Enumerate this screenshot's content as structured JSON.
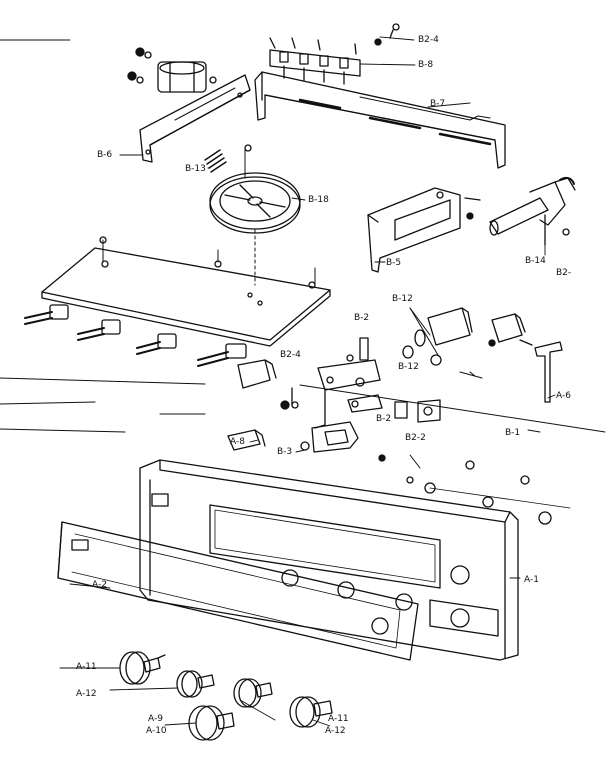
{
  "labels": {
    "b2_4_top": "B2-4",
    "b8": "B-8",
    "b7": "B-7",
    "b6": "B-6",
    "b13": "B-13",
    "b18": "B-18",
    "b5": "B-5",
    "b14": "B-14",
    "b2_right": "B2-",
    "b12_top": "B-12",
    "b12_mid": "B-12",
    "b2_a": "B-2",
    "b2_4_mid": "B2-4",
    "b2_b": "B-2",
    "b2_2": "B2-2",
    "a6": "A-6",
    "b1": "B-1",
    "a8": "A-8",
    "b3": "B-3",
    "a2": "A-2",
    "a1": "A-1",
    "a11_left": "A-11",
    "a12_left": "A-12",
    "a9": "A-9",
    "a10": "A-10",
    "a11_right": "A-11",
    "a12_right": "A-12"
  }
}
